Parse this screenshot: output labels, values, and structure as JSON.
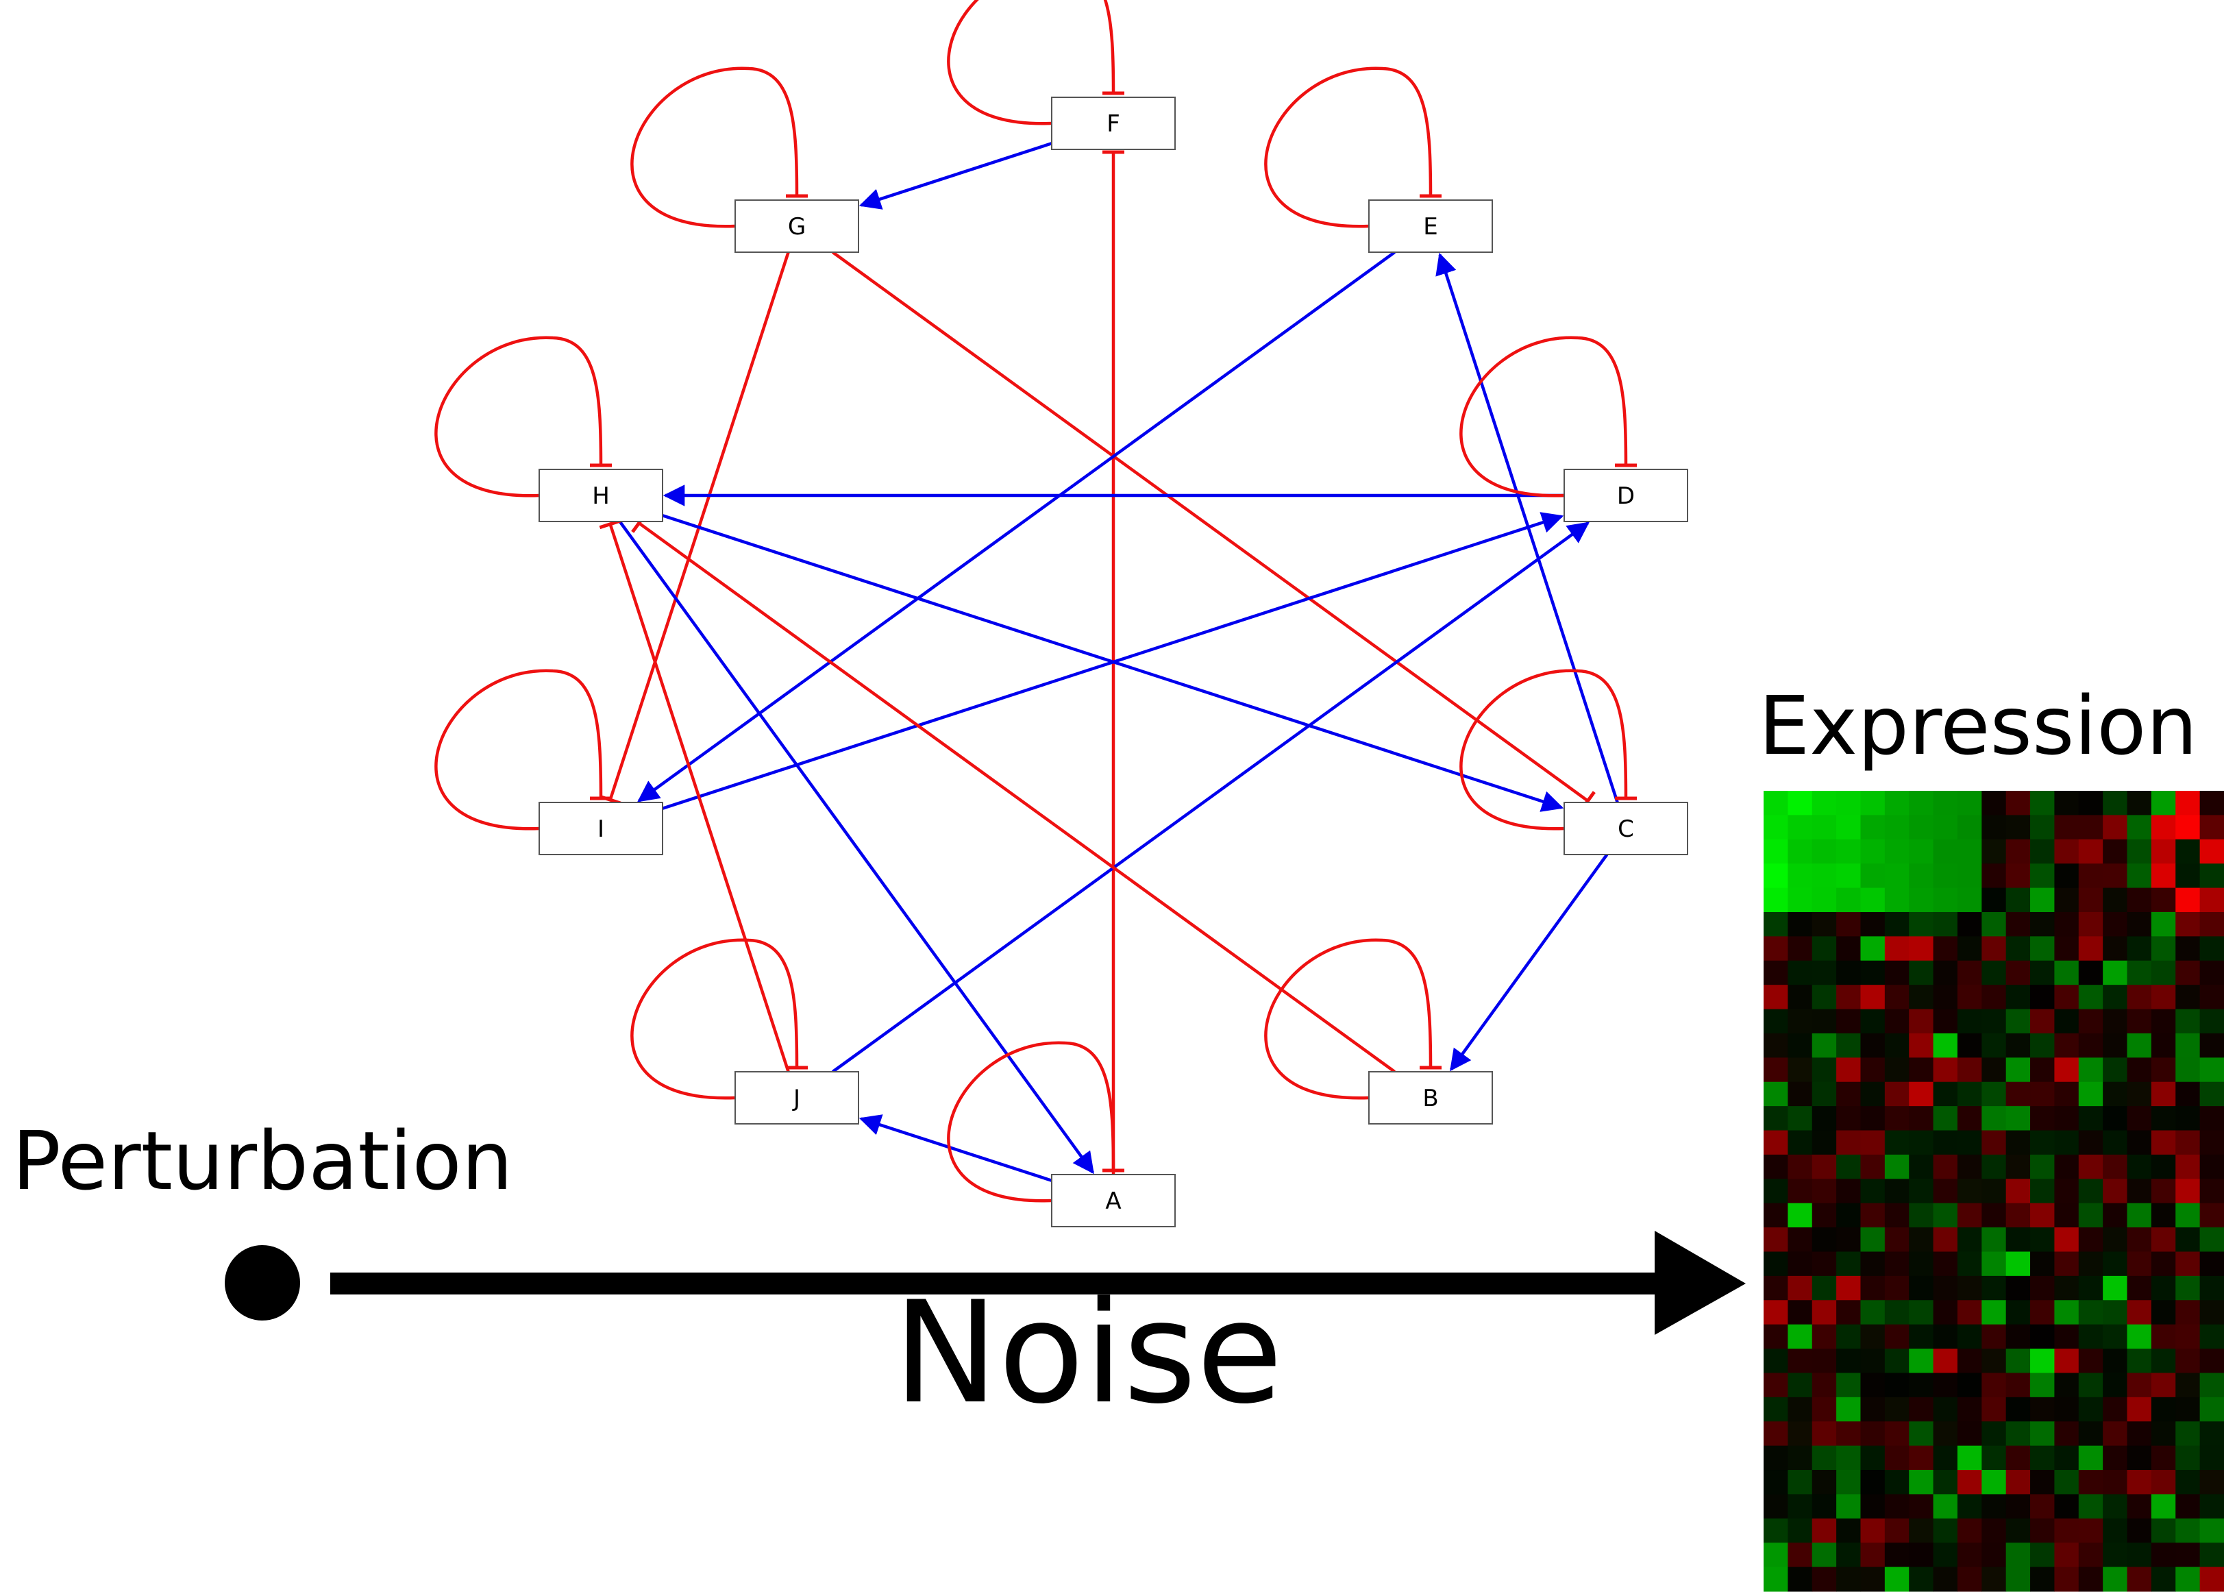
{
  "labels": {
    "perturbation": "Perturbation",
    "noise": "Noise",
    "expression": "Expression"
  },
  "colors": {
    "activation": "#0000ee",
    "inhibition": "#ee1111",
    "node_border": "#555555",
    "arrow": "#000000"
  },
  "nodes": [
    {
      "id": "F",
      "label": "F"
    },
    {
      "id": "G",
      "label": "G"
    },
    {
      "id": "E",
      "label": "E"
    },
    {
      "id": "H",
      "label": "H"
    },
    {
      "id": "D",
      "label": "D"
    },
    {
      "id": "I",
      "label": "I"
    },
    {
      "id": "C",
      "label": "C"
    },
    {
      "id": "J",
      "label": "J"
    },
    {
      "id": "B",
      "label": "B"
    },
    {
      "id": "A",
      "label": "A"
    }
  ],
  "edges": [
    {
      "from": "F",
      "to": "G",
      "type": "activation"
    },
    {
      "from": "A",
      "to": "F",
      "type": "inhibition"
    },
    {
      "from": "G",
      "to": "I",
      "type": "inhibition"
    },
    {
      "from": "G",
      "to": "C",
      "type": "inhibition"
    },
    {
      "from": "E",
      "to": "I",
      "type": "activation"
    },
    {
      "from": "C",
      "to": "E",
      "type": "activation"
    },
    {
      "from": "D",
      "to": "H",
      "type": "activation"
    },
    {
      "from": "H",
      "to": "C",
      "type": "activation"
    },
    {
      "from": "H",
      "to": "A",
      "type": "activation"
    },
    {
      "from": "I",
      "to": "D",
      "type": "activation"
    },
    {
      "from": "J",
      "to": "D",
      "type": "activation"
    },
    {
      "from": "J",
      "to": "H",
      "type": "inhibition"
    },
    {
      "from": "B",
      "to": "H",
      "type": "inhibition"
    },
    {
      "from": "C",
      "to": "B",
      "type": "activation"
    },
    {
      "from": "A",
      "to": "J",
      "type": "activation"
    },
    {
      "from": "A",
      "to": "A",
      "type": "inhibition"
    },
    {
      "from": "B",
      "to": "B",
      "type": "inhibition"
    },
    {
      "from": "C",
      "to": "C",
      "type": "inhibition"
    },
    {
      "from": "D",
      "to": "D",
      "type": "inhibition"
    },
    {
      "from": "E",
      "to": "E",
      "type": "inhibition"
    },
    {
      "from": "F",
      "to": "F",
      "type": "inhibition"
    },
    {
      "from": "G",
      "to": "G",
      "type": "inhibition"
    },
    {
      "from": "H",
      "to": "H",
      "type": "inhibition"
    },
    {
      "from": "I",
      "to": "I",
      "type": "inhibition"
    },
    {
      "from": "J",
      "to": "J",
      "type": "inhibition"
    }
  ],
  "heatmap": {
    "rows": 33,
    "cols": 19,
    "green_header_rows": 5,
    "note_colors": [
      "green",
      "red",
      "black"
    ]
  }
}
